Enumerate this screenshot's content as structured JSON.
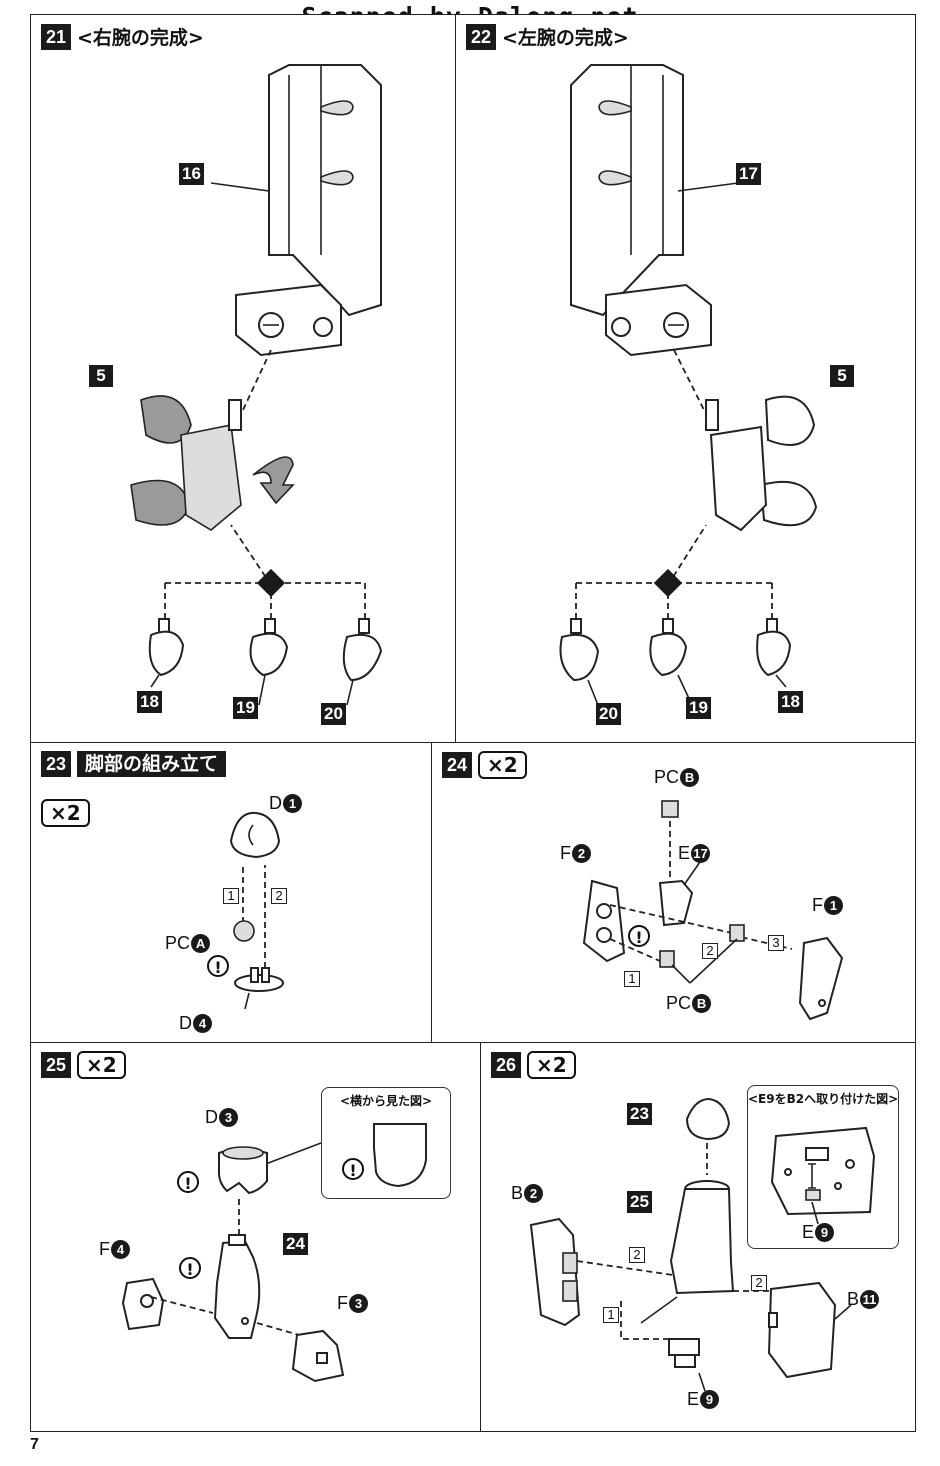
{
  "watermark": "Scanned by Dalong.net",
  "page_number": "7",
  "steps": {
    "s21": {
      "num": "21",
      "title": "<右腕の完成>",
      "callouts": [
        "16",
        "5",
        "18",
        "19",
        "20"
      ]
    },
    "s22": {
      "num": "22",
      "title": "<左腕の完成>",
      "callouts": [
        "17",
        "5",
        "20",
        "19",
        "18"
      ]
    },
    "s23": {
      "num": "23",
      "title": "脚部の組み立て",
      "times": "×2",
      "labels": {
        "d1": "D",
        "d1n": "1",
        "pca": "PC",
        "pcan": "A",
        "d4": "D",
        "d4n": "4"
      },
      "order": [
        "1",
        "2"
      ]
    },
    "s24": {
      "num": "24",
      "times": "×2",
      "labels": {
        "pcb_top": "PC",
        "pcb_topn": "B",
        "f2": "F",
        "f2n": "2",
        "e17": "E",
        "e17n": "17",
        "f1": "F",
        "f1n": "1",
        "pcb_bot": "PC",
        "pcb_botn": "B"
      },
      "order": [
        "1",
        "2",
        "3"
      ]
    },
    "s25": {
      "num": "25",
      "times": "×2",
      "inset_title": "<横から見た図>",
      "callout": "24",
      "labels": {
        "d3": "D",
        "d3n": "3",
        "f4": "F",
        "f4n": "4",
        "f3": "F",
        "f3n": "3"
      }
    },
    "s26": {
      "num": "26",
      "times": "×2",
      "inset_title": "<E9をB2へ取り付けた図>",
      "callouts": [
        "23",
        "25"
      ],
      "labels": {
        "b2": "B",
        "b2n": "2",
        "b11": "B",
        "b11n": "11",
        "e9": "E",
        "e9n": "9",
        "e9b": "E",
        "e9bn": "9"
      },
      "order": [
        "1",
        "2",
        "2"
      ]
    }
  },
  "icons": [
    "warning-icon",
    "dashed-arrow-icon",
    "rotate-arrow-icon",
    "junction-diamond-icon"
  ]
}
